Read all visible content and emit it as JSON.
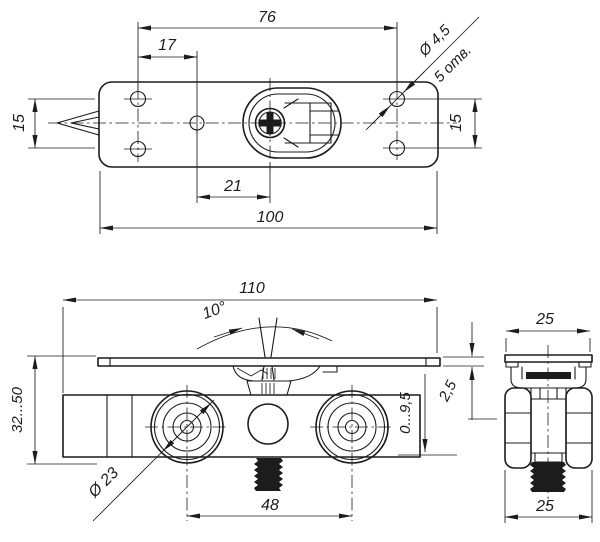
{
  "drawing": {
    "background": "#ffffff",
    "line_color": "#1c1c1c",
    "top_view": {
      "dim_76": "76",
      "dim_17": "17",
      "hole_diameter": "Ø 4,5",
      "hole_count": "5 отв.",
      "dim_15_left": "15",
      "dim_15_right": "15",
      "dim_21": "21",
      "dim_100": "100"
    },
    "front_view": {
      "dim_110": "110",
      "angle": "10°",
      "height_range": "32...50",
      "roller_diameter": "Ø 23",
      "plate_thickness": "2,5",
      "adjustment_range": "0...9,5",
      "dim_48": "48"
    },
    "side_view": {
      "dim_25_top": "25",
      "dim_25_bottom": "25"
    }
  }
}
